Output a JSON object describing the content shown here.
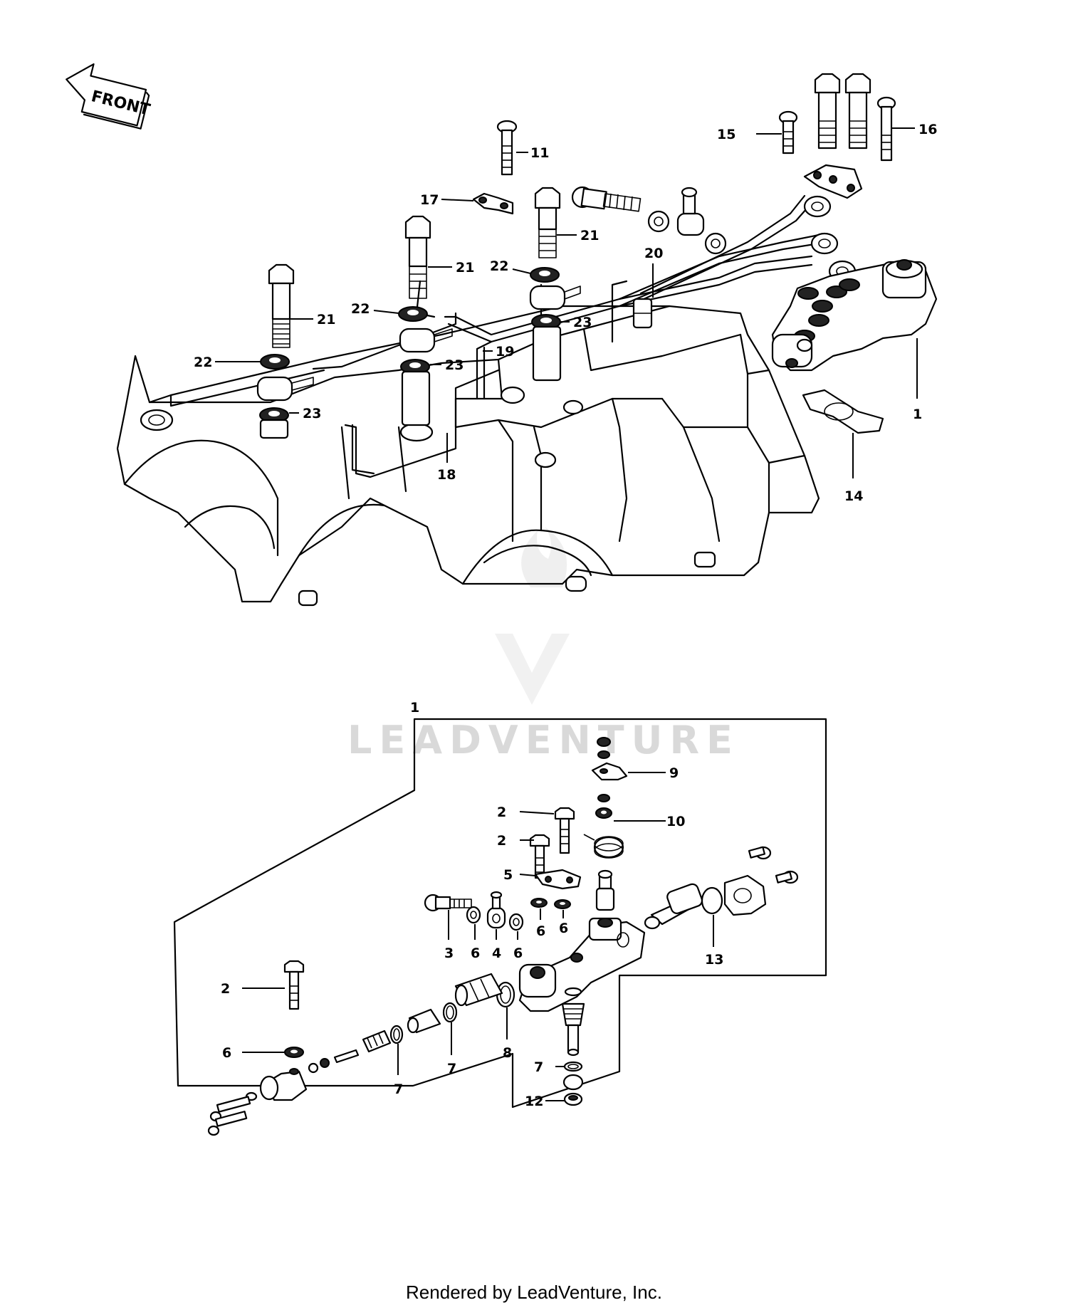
{
  "front_arrow": {
    "text": "FRONT",
    "icon": "front-direction-arrow-icon"
  },
  "watermark": {
    "text": "LEADVENTURE",
    "icon": "leadventure-logo-icon"
  },
  "footer": {
    "text": "Rendered by LeadVenture, Inc."
  },
  "callouts": {
    "c1a": "1",
    "c1b": "1",
    "c2a": "2",
    "c2b": "2",
    "c2c": "2",
    "c3": "3",
    "c4": "4",
    "c5": "5",
    "c6a": "6",
    "c6b": "6",
    "c6c": "6",
    "c6d": "6",
    "c6e": "6",
    "c7a": "7",
    "c7b": "7",
    "c7c": "7",
    "c8": "8",
    "c9": "9",
    "c10": "10",
    "c11": "11",
    "c12": "12",
    "c13": "13",
    "c14": "14",
    "c15": "15",
    "c16": "16",
    "c17": "17",
    "c18": "18",
    "c19": "19",
    "c20": "20",
    "c21a": "21",
    "c21b": "21",
    "c21c": "21",
    "c22a": "22",
    "c22b": "22",
    "c22c": "22",
    "c23a": "23",
    "c23b": "23",
    "c23c": "23"
  }
}
